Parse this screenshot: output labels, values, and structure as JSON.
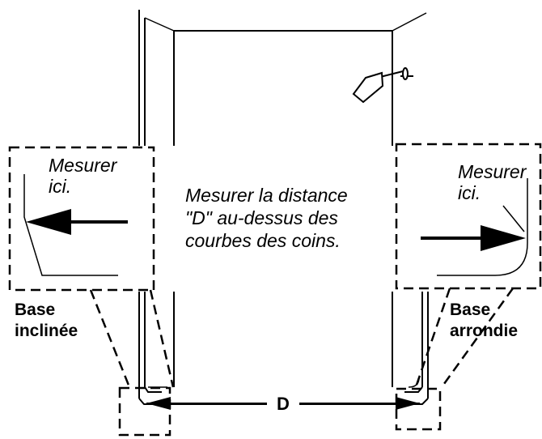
{
  "instruction": [
    "Mesurer la distance",
    "\"D\" au-dessus des",
    "courbes des coins."
  ],
  "left_inset": {
    "measure": [
      "Mesurer",
      "ici."
    ]
  },
  "right_inset": {
    "measure": [
      "Mesurer",
      "ici."
    ]
  },
  "left_base_label": [
    "Base",
    "inclinée"
  ],
  "right_base_label": [
    "Base",
    "arrondie"
  ],
  "dimension_label": "D",
  "icons": {
    "showerhead": "showerhead-icon",
    "arrow_left": "arrow-left-icon",
    "arrow_right": "arrow-right-icon"
  }
}
